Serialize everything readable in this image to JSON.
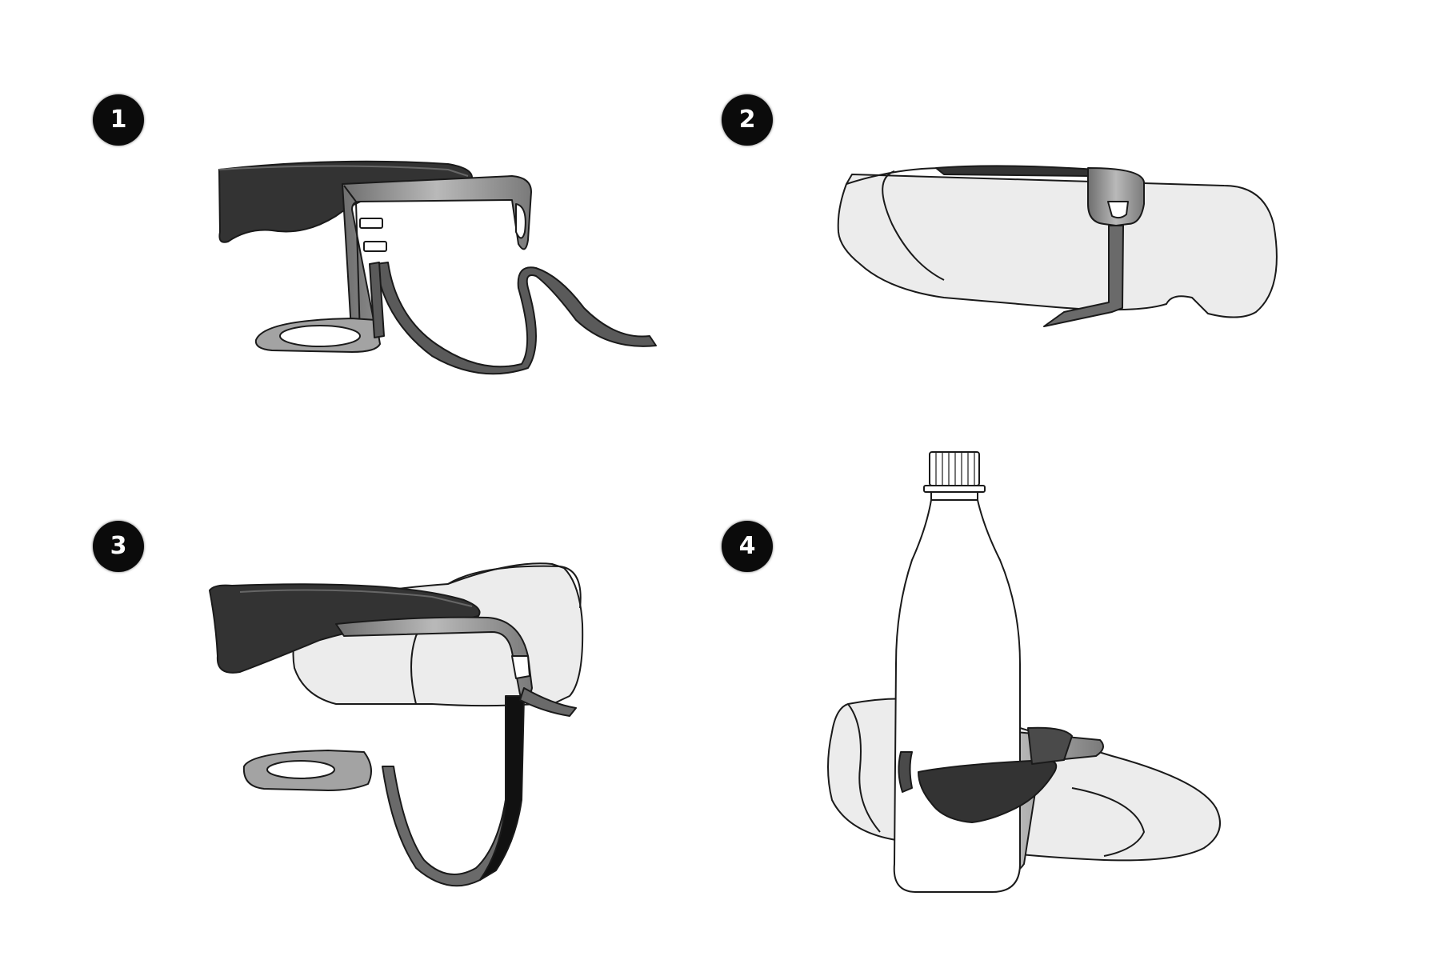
{
  "steps": [
    {
      "number": "1",
      "illustration": "clip-holder-with-loose-strap-icon"
    },
    {
      "number": "2",
      "illustration": "clip-strapped-to-bar-side-view-icon"
    },
    {
      "number": "3",
      "illustration": "clip-mounted-on-bar-with-strap-loop-icon"
    },
    {
      "number": "4",
      "illustration": "bottle-held-in-mounted-clip-icon"
    }
  ],
  "colors": {
    "badge": "#0b0b0b",
    "badge_text": "#ffffff",
    "pad_dark": "#3a3a3a",
    "frame_metal": "#8c8c8c",
    "strap": "#5a5a5a",
    "bar_fill": "#ececec",
    "outline": "#1a1a1a"
  }
}
